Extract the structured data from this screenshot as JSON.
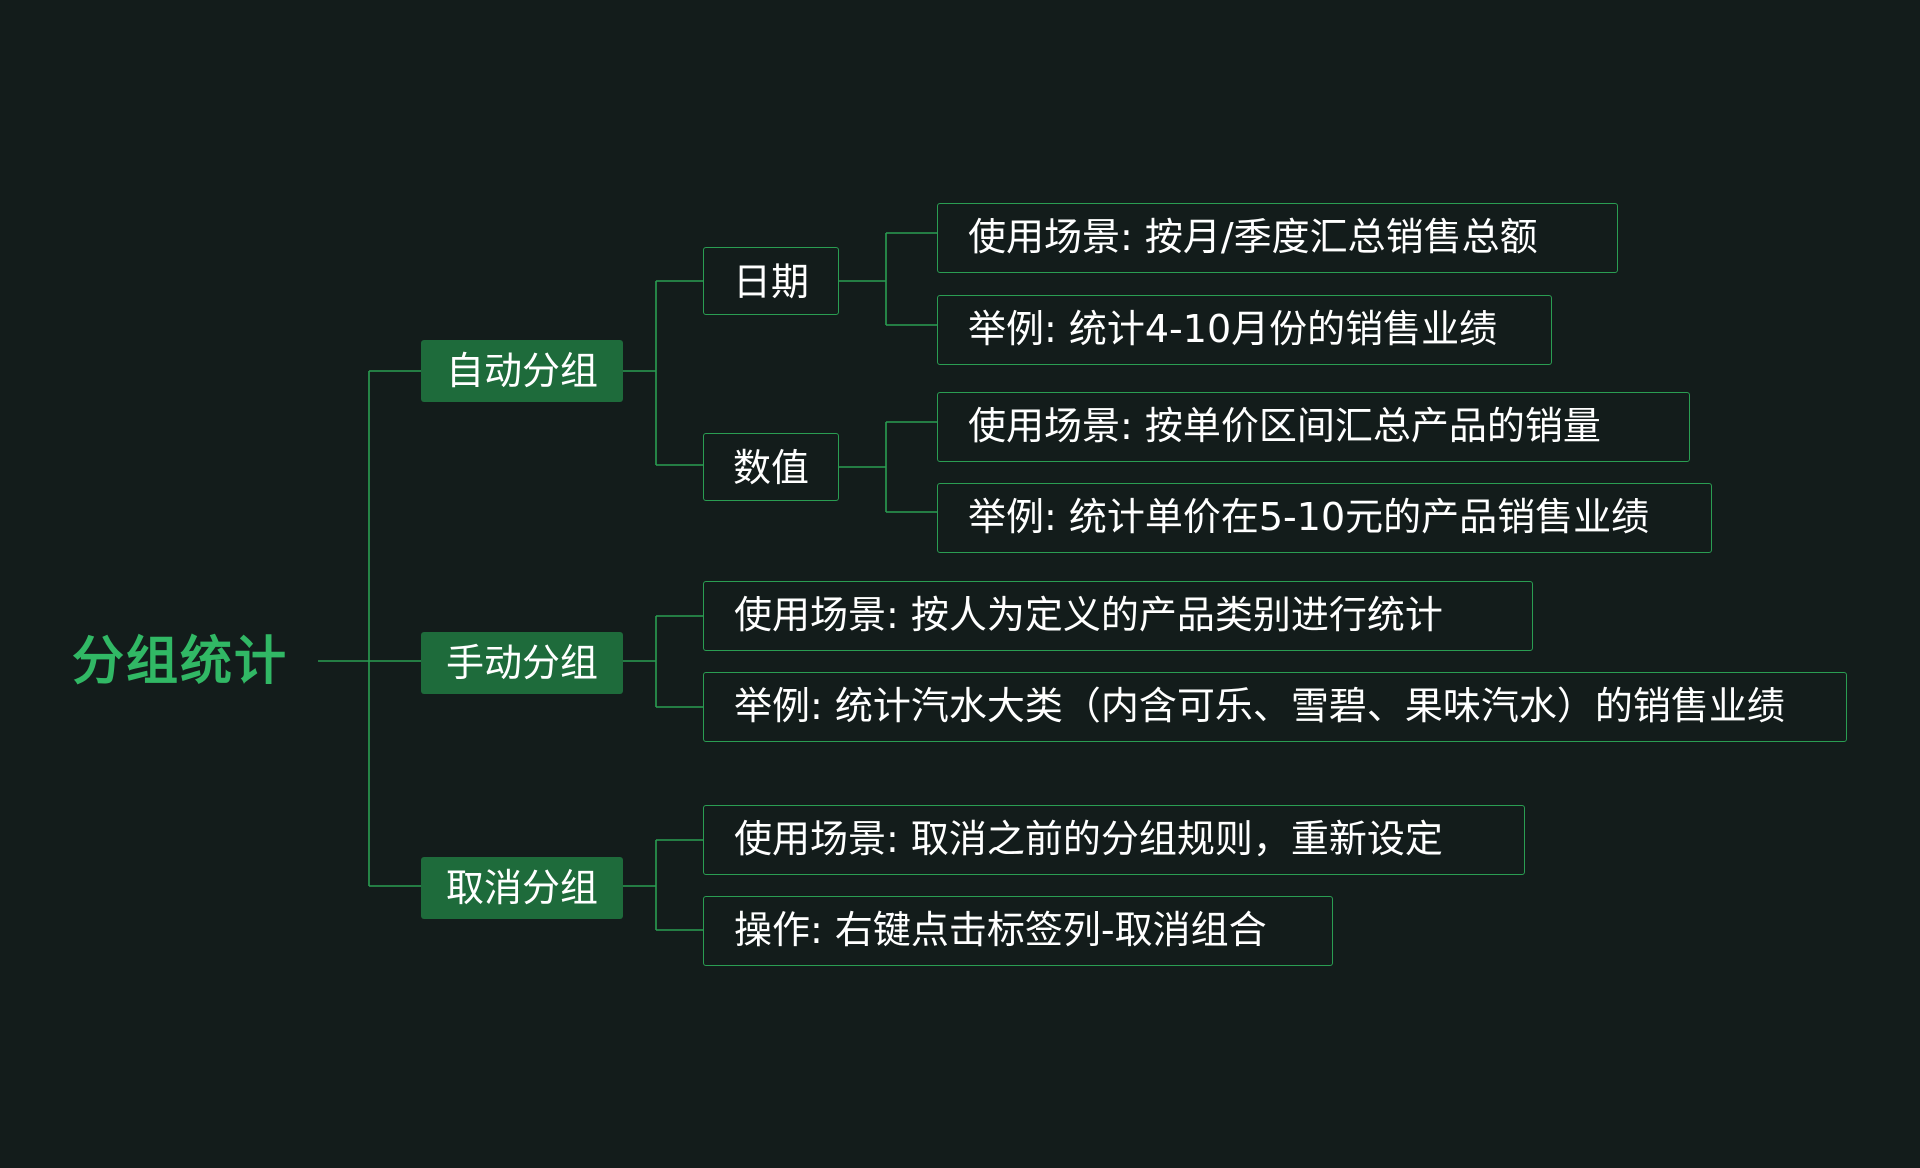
{
  "root": {
    "label": "分组统计"
  },
  "branches": [
    {
      "label": "自动分组",
      "children": [
        {
          "label": "日期",
          "items": [
            "使用场景: 按月/季度汇总销售总额",
            "举例: 统计4-10月份的销售业绩"
          ]
        },
        {
          "label": "数值",
          "items": [
            "使用场景: 按单价区间汇总产品的销量",
            "举例: 统计单价在5-10元的产品销售业绩"
          ]
        }
      ]
    },
    {
      "label": "手动分组",
      "items": [
        "使用场景: 按人为定义的产品类别进行统计",
        "举例: 统计汽水大类（内含可乐、雪碧、果味汽水）的销售业绩"
      ]
    },
    {
      "label": "取消分组",
      "items": [
        "使用场景: 取消之前的分组规则，重新设定",
        "操作: 右键点击标签列-取消组合"
      ]
    }
  ],
  "colors": {
    "background": "#131c1b",
    "accent": "#31b865",
    "branch_fill": "#1e6b3b",
    "line": "#2a9d52",
    "text": "#ffffff"
  }
}
